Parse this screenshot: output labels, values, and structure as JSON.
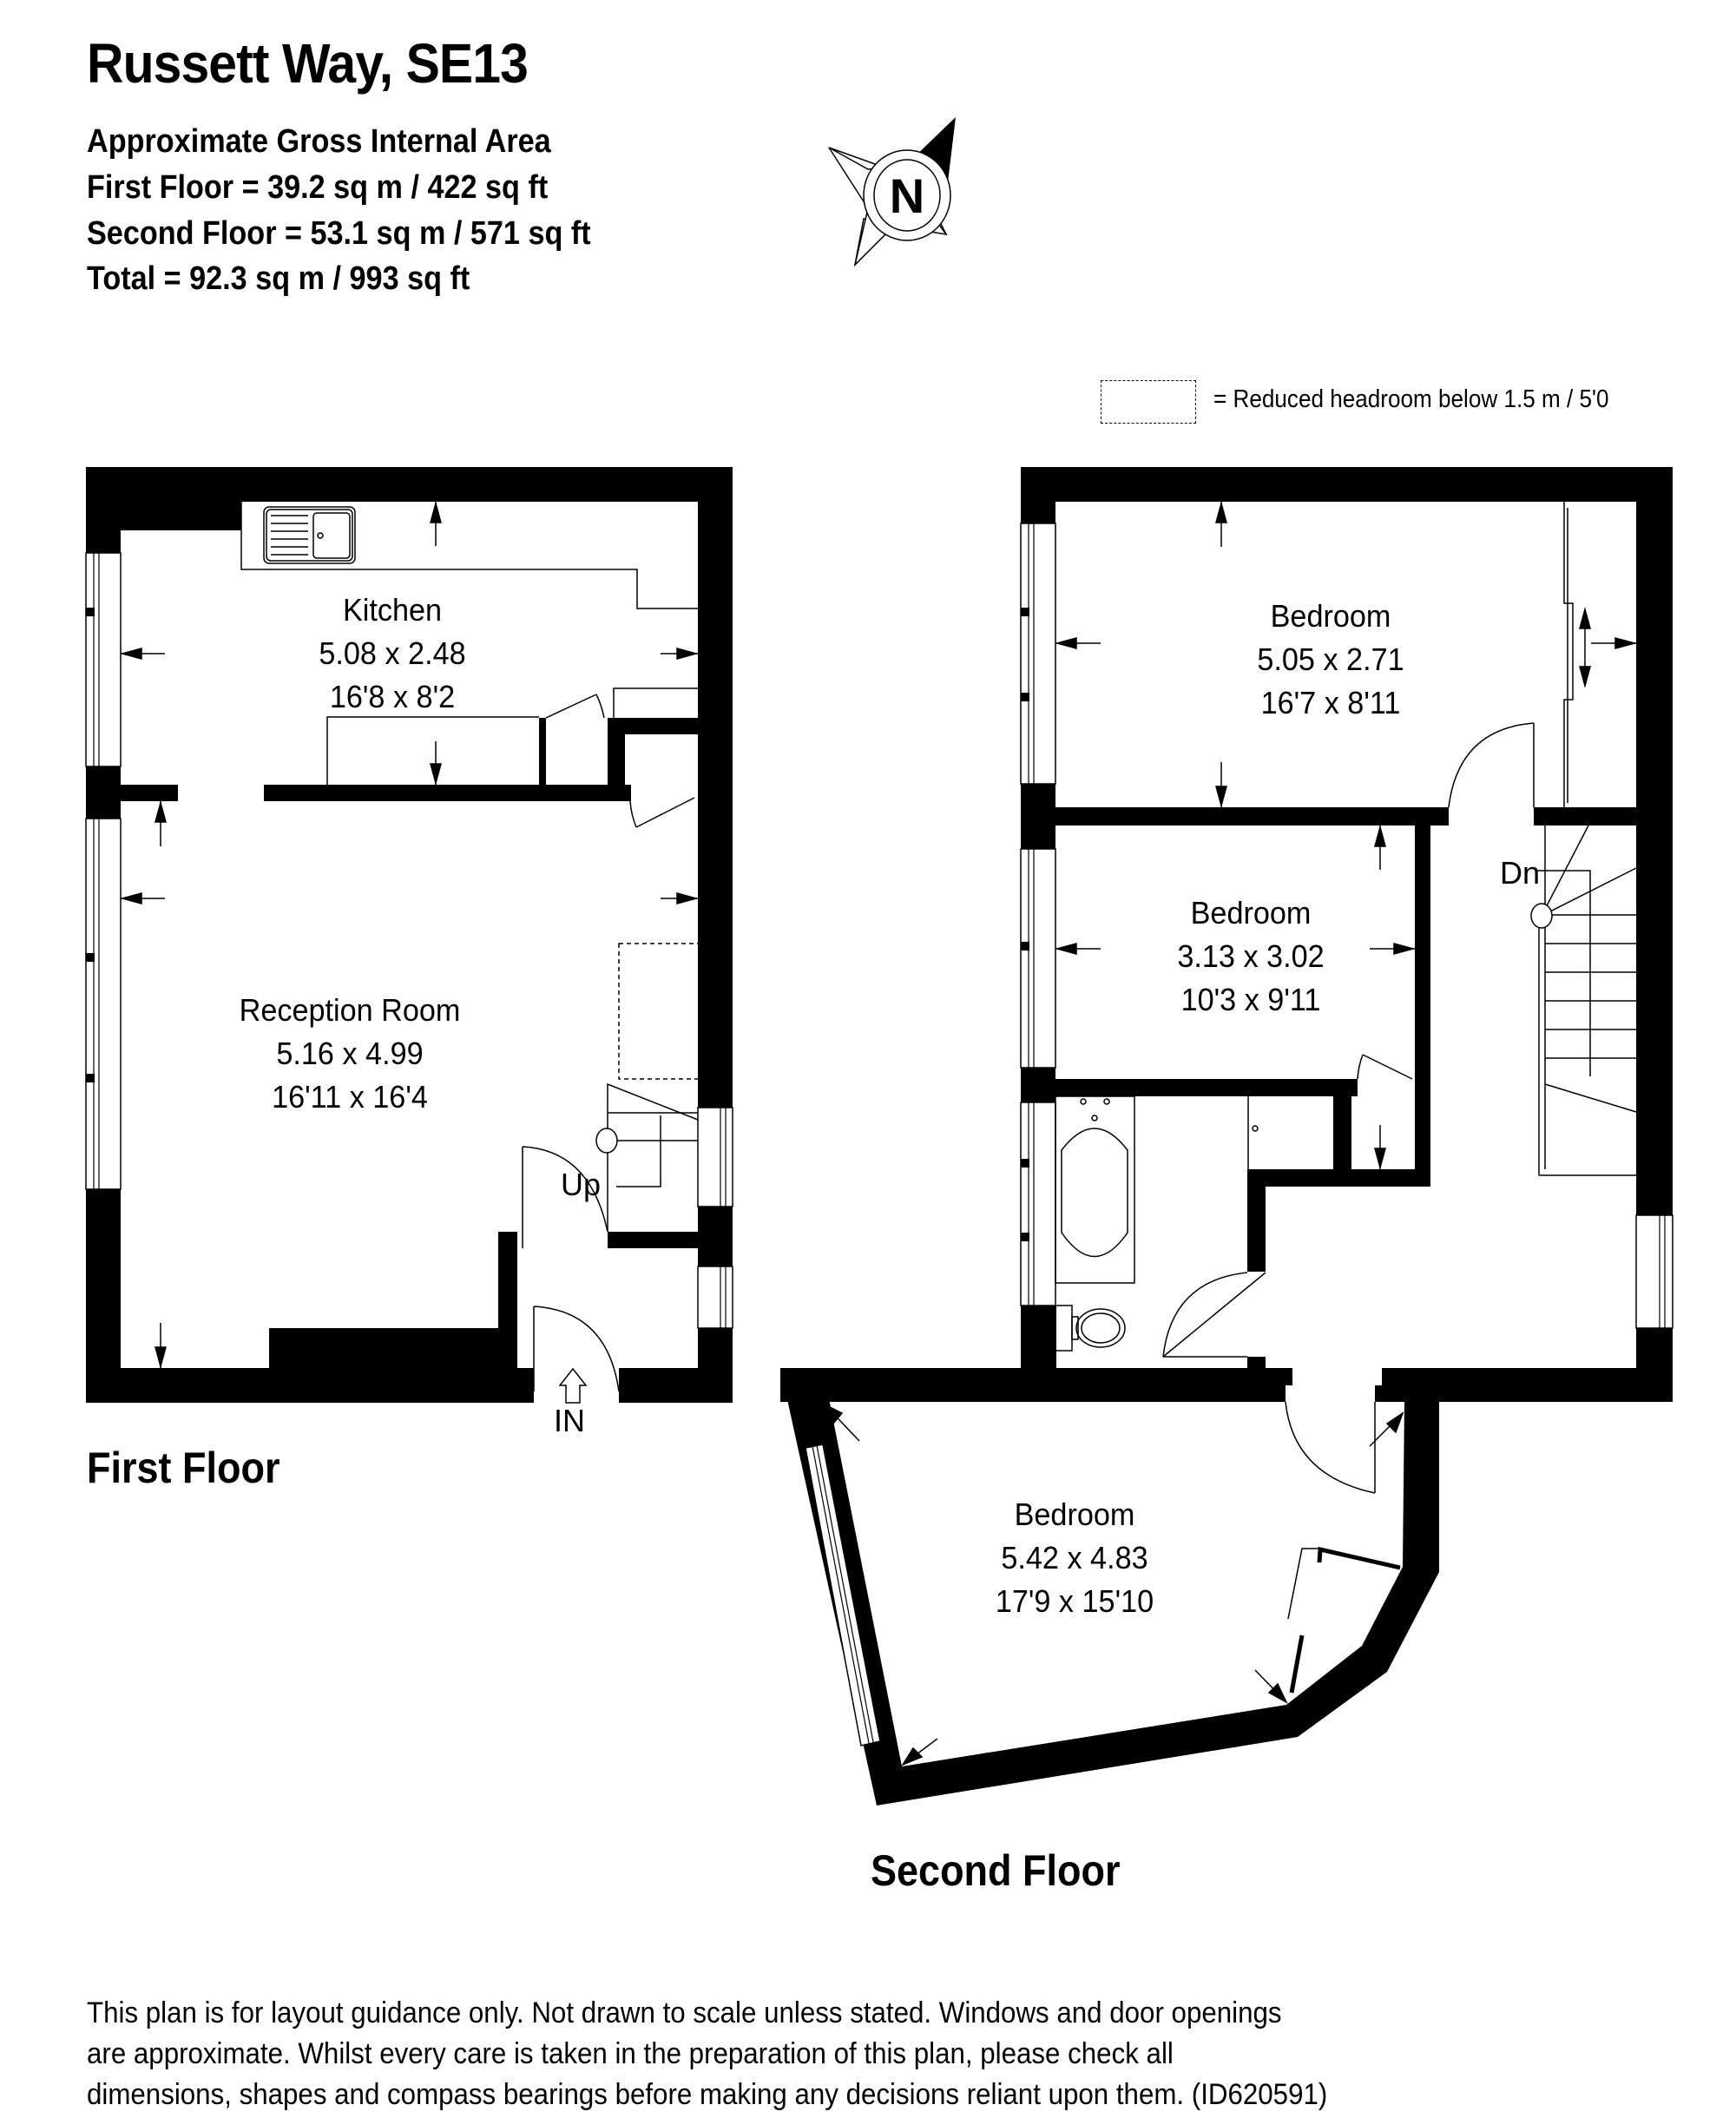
{
  "header": {
    "title": "Russett Way, SE13",
    "area_heading": "Approximate Gross Internal Area",
    "area_lines": [
      "First Floor = 39.2 sq m / 422 sq ft",
      "Second Floor = 53.1 sq m / 571 sq ft",
      "Total = 92.3 sq m / 993 sq ft"
    ]
  },
  "compass": {
    "label": "N",
    "icon": "north-arrow-compass-icon"
  },
  "legend": {
    "symbol": "dashed-box",
    "text": "=  Reduced headroom below 1.5 m / 5'0"
  },
  "first_floor": {
    "label": "First Floor",
    "rooms": [
      {
        "name": "Kitchen",
        "metric": "5.08 x 2.48",
        "imperial": "16'8 x 8'2"
      },
      {
        "name": "Reception Room",
        "metric": "5.16 x 4.99",
        "imperial": "16'11 x 16'4"
      }
    ],
    "stairs_label": "Up",
    "entrance_label": "IN"
  },
  "second_floor": {
    "label": "Second Floor",
    "rooms": [
      {
        "name": "Bedroom",
        "metric": "5.05 x 2.71",
        "imperial": "16'7 x 8'11"
      },
      {
        "name": "Bedroom",
        "metric": "3.13 x 3.02",
        "imperial": "10'3 x 9'11"
      },
      {
        "name": "Bedroom",
        "metric": "5.42 x 4.83",
        "imperial": "17'9 x 15'10"
      }
    ],
    "stairs_label": "Dn"
  },
  "footer": {
    "lines": [
      "This plan is for layout guidance only. Not drawn to scale unless stated. Windows and door openings",
      "are approximate. Whilst every care is taken in the preparation of this plan, please check all",
      "dimensions, shapes and compass bearings before making any decisions reliant upon them. (ID620591)"
    ]
  },
  "colors": {
    "wall": "#000000",
    "background": "#ffffff"
  }
}
